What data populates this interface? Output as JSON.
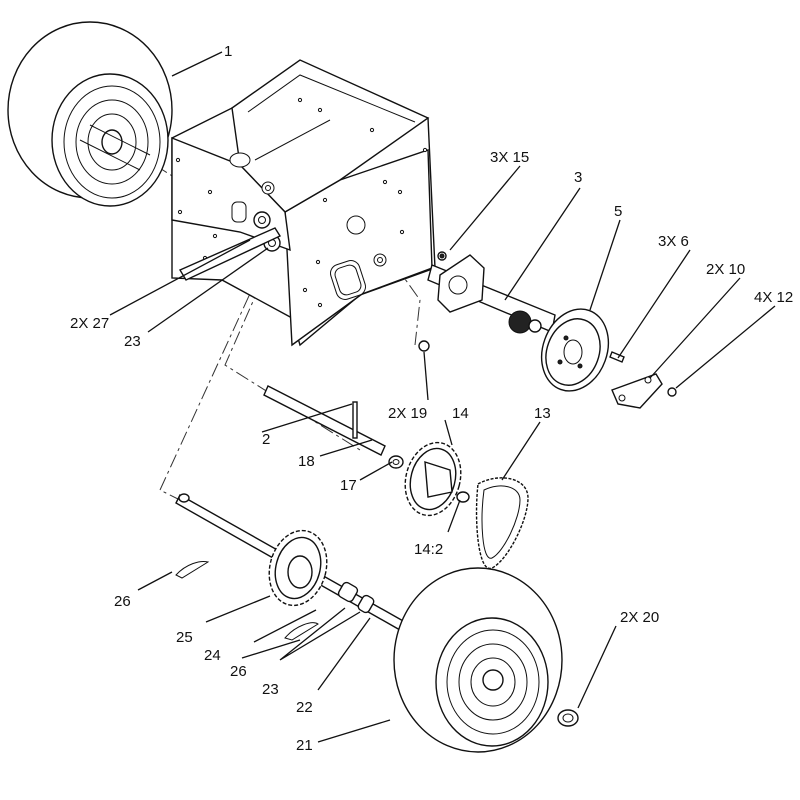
{
  "diagram": {
    "callouts": [
      {
        "id": "c1",
        "text": "1"
      },
      {
        "id": "c3x15",
        "text": "3X 15"
      },
      {
        "id": "c3",
        "text": "3"
      },
      {
        "id": "c5",
        "text": "5"
      },
      {
        "id": "c3x6",
        "text": "3X 6"
      },
      {
        "id": "c2x10",
        "text": "2X 10"
      },
      {
        "id": "c4x12",
        "text": "4X 12"
      },
      {
        "id": "c2x27",
        "text": "2X 27"
      },
      {
        "id": "c23a",
        "text": "23"
      },
      {
        "id": "c2x19",
        "text": "2X 19"
      },
      {
        "id": "c2",
        "text": "2"
      },
      {
        "id": "c14",
        "text": "14"
      },
      {
        "id": "c13",
        "text": "13"
      },
      {
        "id": "c18",
        "text": "18"
      },
      {
        "id": "c17",
        "text": "17"
      },
      {
        "id": "c14_2",
        "text": "14:2"
      },
      {
        "id": "c26a",
        "text": "26"
      },
      {
        "id": "c2x20",
        "text": "2X 20"
      },
      {
        "id": "c25",
        "text": "25"
      },
      {
        "id": "c24",
        "text": "24"
      },
      {
        "id": "c26b",
        "text": "26"
      },
      {
        "id": "c23b",
        "text": "23"
      },
      {
        "id": "c22",
        "text": "22"
      },
      {
        "id": "c21",
        "text": "21"
      }
    ]
  }
}
